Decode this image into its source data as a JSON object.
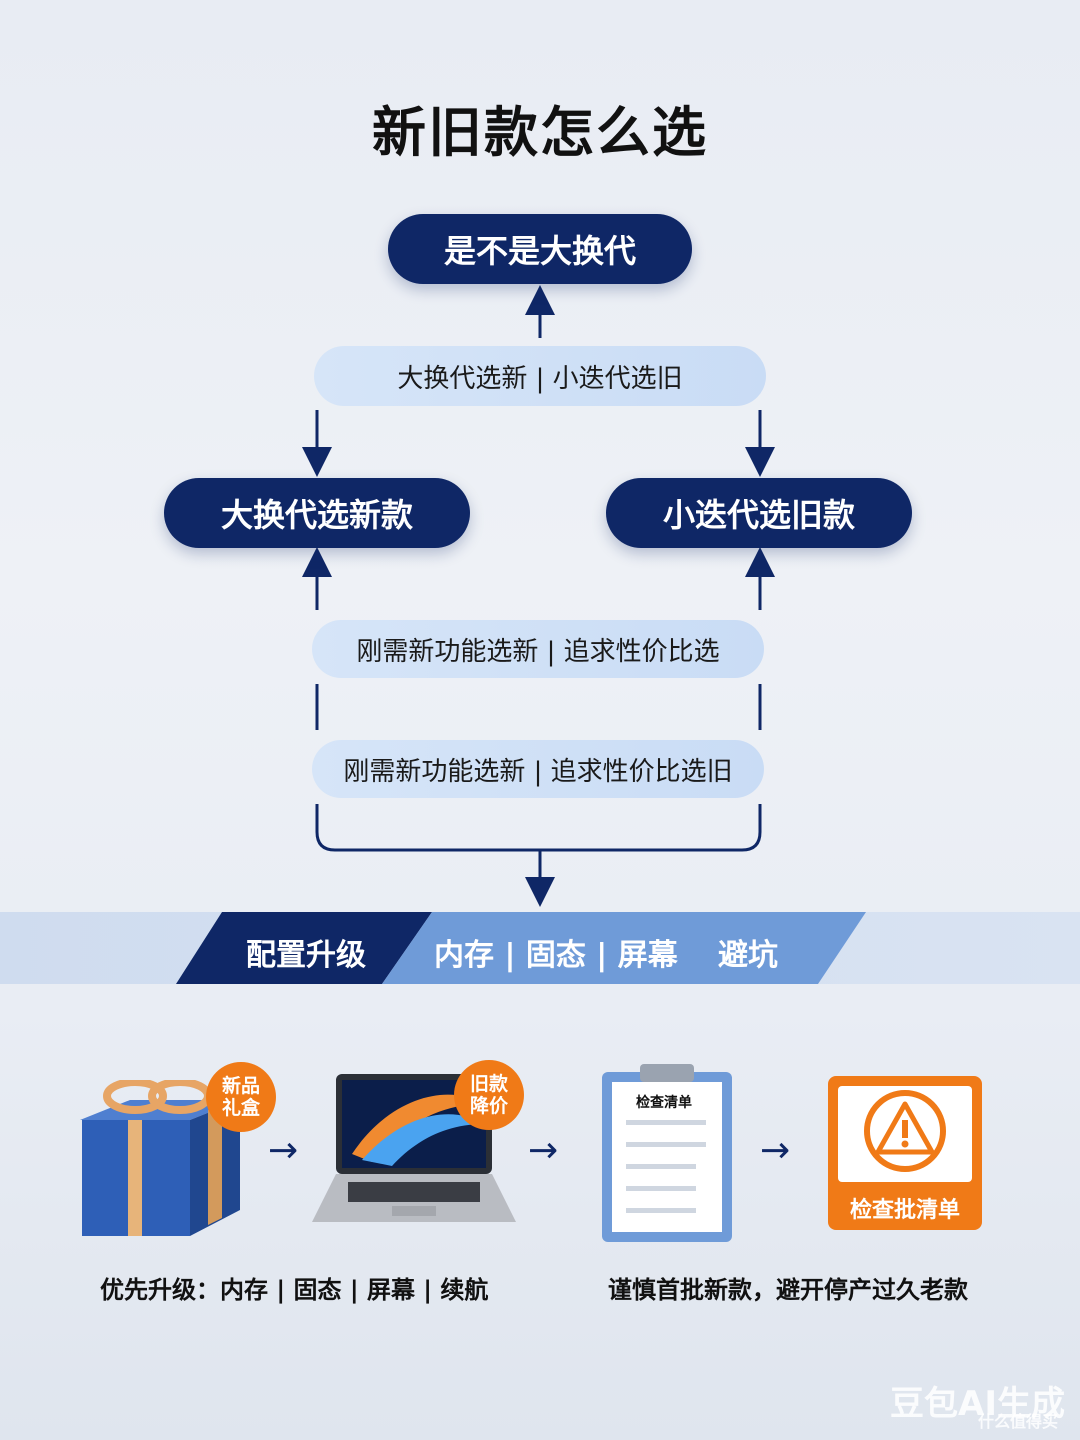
{
  "title": "新旧款怎么选",
  "top_node": "是不是大换代",
  "rule_generation": "大换代选新 | 小迭代选旧",
  "left_node": "大换代选新款",
  "right_node": "小迭代选旧款",
  "rule_need_1": "刚需新功能选新 | 追求性价比选",
  "rule_need_2": "刚需新功能选新 | 追求性价比选旧",
  "banner": {
    "segment_1": "配置升级",
    "segment_2": "内存 | 固态 | 屏幕",
    "segment_3": "避坑"
  },
  "items": {
    "gift_badge": "新品\n礼盒",
    "laptop_badge": "旧款\n降价",
    "checklist_title": "检查清单",
    "warning_label": "检查批清单"
  },
  "captions": {
    "left": "优先升级：内存 | 固态 | 屏幕 | 续航",
    "right": "谨慎首批新款，避开停产过久老款"
  },
  "watermark": {
    "brand": "豆包AI生成",
    "source": "什么值得买"
  },
  "colors": {
    "navy": "#0f2766",
    "light_blue": "#cfe0f6",
    "orange": "#f07a17"
  }
}
